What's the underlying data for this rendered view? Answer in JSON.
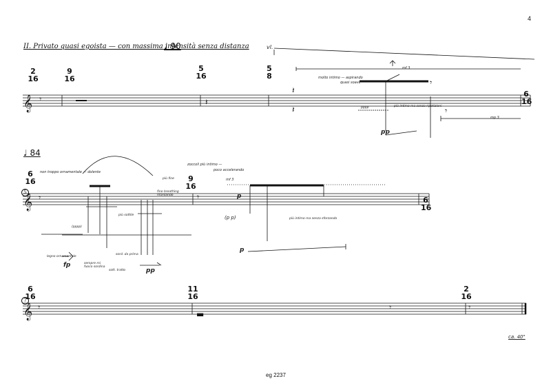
{
  "page": {
    "number": "4",
    "footer": "eg 2237"
  },
  "movement": {
    "title": "II. Privato quasi egoista — con massima intensità senza distanza",
    "tempo1": "♩ 90",
    "tempo2": "♩ 84"
  },
  "system1": {
    "timesigs": [
      {
        "num": "2",
        "den": "16"
      },
      {
        "num": "9",
        "den": "16"
      },
      {
        "num": "5",
        "den": "16"
      },
      {
        "num": "5",
        "den": "8"
      },
      {
        "num": "6",
        "den": "16"
      }
    ],
    "annotations": {
      "instrument": "vl.",
      "molto": "molto intimo — aspirando",
      "quasi": "quasi soave",
      "piu": "più intimo ma senza ripetizioni",
      "pppp": "pppp",
      "mf3": "mf 3",
      "mp3": "mp 3",
      "pp": "pp"
    }
  },
  "system2": {
    "number": "5",
    "timesigs": [
      {
        "num": "6",
        "den": "16"
      },
      {
        "num": "9",
        "den": "16"
      },
      {
        "num": "6",
        "den": "16"
      }
    ],
    "annotations": {
      "troppo": "non troppo ornamentale — dolente",
      "piu_fino": "più fine",
      "fino_stent": "fino breathing ritardando",
      "piu_sott": "più sottile",
      "zoccoli": "zoccoli più intimo —",
      "poco_acc": "poco accelerando",
      "senza_piu": "più intimo ma senza sforzando",
      "mf3": "mf 3",
      "pppp": "(pppp)",
      "paren_pp": "(p p)",
      "p1": "p",
      "p2": "p",
      "fp": "fp",
      "pp": "pp",
      "legno": "legno ornamentale",
      "sempre": "sempre mi fuoco sordina",
      "sord": "sord. da prima",
      "sott": "sott. tratto"
    }
  },
  "system3": {
    "number": "7",
    "timesigs": [
      {
        "num": "6",
        "den": "16"
      },
      {
        "num": "11",
        "den": "16"
      },
      {
        "num": "2",
        "den": "16"
      }
    ],
    "duration": "ca. 40\""
  }
}
